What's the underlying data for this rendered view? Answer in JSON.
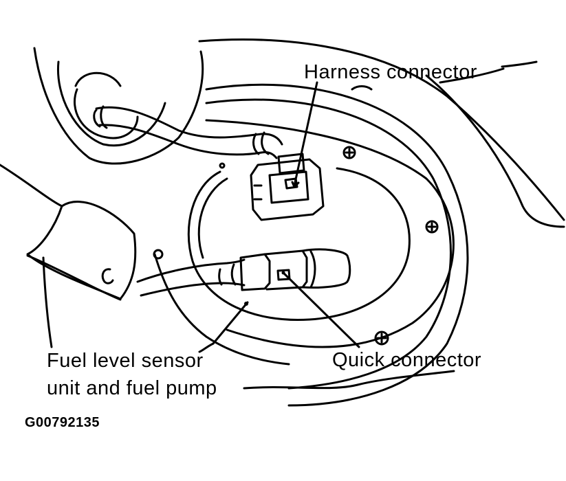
{
  "labels": {
    "harness_connector": "Harness connector",
    "fuel_level_line1": "Fuel level sensor",
    "fuel_level_line2": "unit and fuel pump",
    "quick_connector": "Quick connector"
  },
  "figure_code": "G00792135",
  "colors": {
    "line": "#000000",
    "background": "#ffffff"
  }
}
